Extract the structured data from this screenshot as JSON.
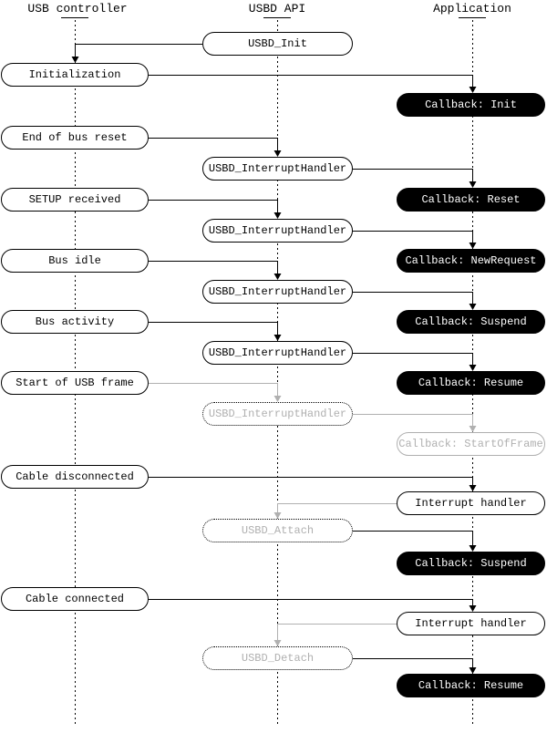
{
  "diagram": {
    "lanes": [
      {
        "id": "usb-controller",
        "label": "USB controller"
      },
      {
        "id": "usbd-api",
        "label": "USBD API"
      },
      {
        "id": "application",
        "label": "Application"
      }
    ],
    "colors": {
      "line_active": "#000000",
      "line_inactive": "#b0b0b0",
      "callback_bg": "#000000",
      "callback_text": "#ffffff",
      "box_bg": "#ffffff",
      "box_border": "#000000"
    },
    "nodes": [
      {
        "label": "USBD_Init",
        "lane": "usbd-api",
        "style": "api-call"
      },
      {
        "label": "Initialization",
        "lane": "usb-controller",
        "style": "event"
      },
      {
        "label": "Callback: Init",
        "lane": "application",
        "style": "callback"
      },
      {
        "label": "End of bus reset",
        "lane": "usb-controller",
        "style": "event"
      },
      {
        "label": "USBD_InterruptHandler",
        "lane": "usbd-api",
        "style": "api-call"
      },
      {
        "label": "SETUP received",
        "lane": "usb-controller",
        "style": "event"
      },
      {
        "label": "Callback: Reset",
        "lane": "application",
        "style": "callback"
      },
      {
        "label": "USBD_InterruptHandler",
        "lane": "usbd-api",
        "style": "api-call"
      },
      {
        "label": "Bus idle",
        "lane": "usb-controller",
        "style": "event"
      },
      {
        "label": "Callback: NewRequest",
        "lane": "application",
        "style": "callback"
      },
      {
        "label": "USBD_InterruptHandler",
        "lane": "usbd-api",
        "style": "api-call"
      },
      {
        "label": "Bus activity",
        "lane": "usb-controller",
        "style": "event"
      },
      {
        "label": "Callback: Suspend",
        "lane": "application",
        "style": "callback"
      },
      {
        "label": "USBD_InterruptHandler",
        "lane": "usbd-api",
        "style": "api-call"
      },
      {
        "label": "Start of USB frame",
        "lane": "usb-controller",
        "style": "event"
      },
      {
        "label": "Callback: Resume",
        "lane": "application",
        "style": "callback"
      },
      {
        "label": "USBD_InterruptHandler",
        "lane": "usbd-api",
        "style": "api-call-inactive"
      },
      {
        "label": "Callback: StartOfFrame",
        "lane": "application",
        "style": "callback-inactive"
      },
      {
        "label": "Cable disconnected",
        "lane": "usb-controller",
        "style": "event"
      },
      {
        "label": "Interrupt handler",
        "lane": "application",
        "style": "handler"
      },
      {
        "label": "USBD_Attach",
        "lane": "usbd-api",
        "style": "api-call-inactive"
      },
      {
        "label": "Callback: Suspend",
        "lane": "application",
        "style": "callback"
      },
      {
        "label": "Cable connected",
        "lane": "usb-controller",
        "style": "event"
      },
      {
        "label": "Interrupt handler",
        "lane": "application",
        "style": "handler"
      },
      {
        "label": "USBD_Detach",
        "lane": "usbd-api",
        "style": "api-call-inactive"
      },
      {
        "label": "Callback: Resume",
        "lane": "application",
        "style": "callback"
      }
    ]
  }
}
